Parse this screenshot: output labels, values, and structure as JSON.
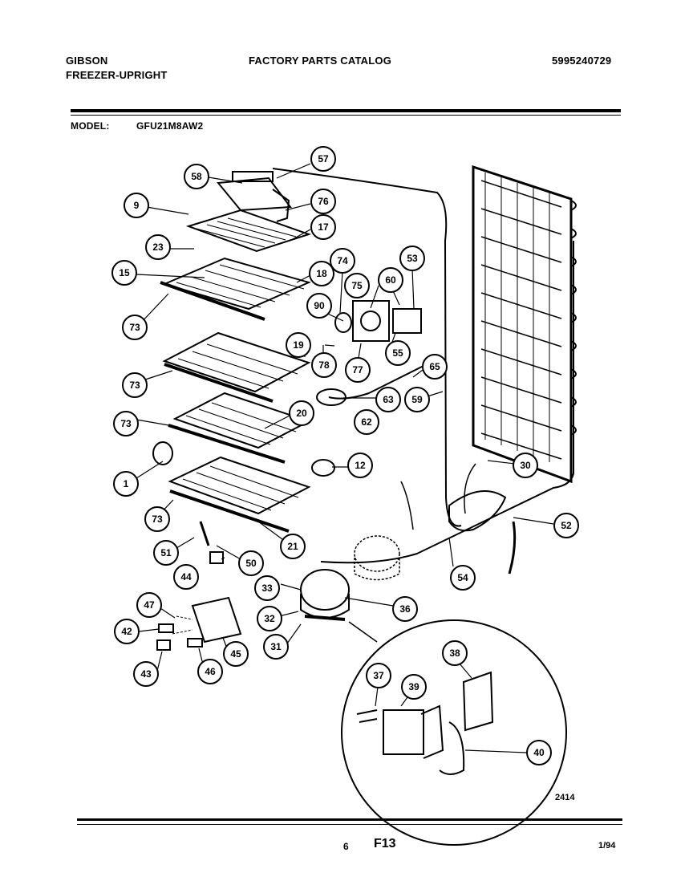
{
  "header": {
    "brand": "GIBSON",
    "product": "FREEZER-UPRIGHT",
    "catalog_title": "FACTORY PARTS CATALOG",
    "catalog_number": "5995240729",
    "model_label": "MODEL:",
    "model_number": "GFU21M8AW2"
  },
  "callouts": [
    "57",
    "58",
    "76",
    "9",
    "17",
    "23",
    "15",
    "18",
    "74",
    "53",
    "75",
    "60",
    "73",
    "90",
    "19",
    "55",
    "78",
    "77",
    "65",
    "73",
    "63",
    "59",
    "62",
    "73",
    "20",
    "12",
    "1",
    "30",
    "73",
    "21",
    "52",
    "51",
    "50",
    "54",
    "44",
    "33",
    "47",
    "36",
    "32",
    "42",
    "31",
    "45",
    "43",
    "46",
    "37",
    "39",
    "38",
    "40"
  ],
  "diagram_code": "2414",
  "footer": {
    "page_number": "6",
    "figure_code": "F13",
    "date": "1/94"
  }
}
